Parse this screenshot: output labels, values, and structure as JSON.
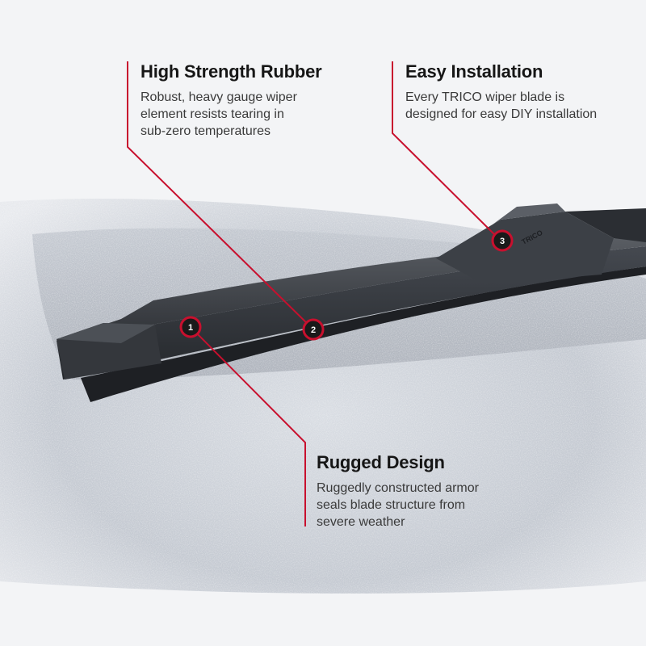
{
  "features": [
    {
      "id": "rubber",
      "title": "High Strength Rubber",
      "lines": [
        "Robust, heavy gauge wiper",
        "element resists tearing in",
        "sub-zero temperatures"
      ]
    },
    {
      "id": "install",
      "title": "Easy Installation",
      "lines": [
        "Every TRICO wiper blade is",
        "designed for easy DIY installation"
      ]
    },
    {
      "id": "design",
      "title": "Rugged Design",
      "lines": [
        "Ruggedly constructed armor",
        "seals blade structure from",
        "severe weather"
      ]
    }
  ],
  "markers": [
    "1",
    "2",
    "3"
  ],
  "brand_mark": "TRICO",
  "colors": {
    "accent": "#c8102e",
    "blade": "#3a3d42",
    "marker_fill": "#1a1a1a",
    "background": "#f3f4f6"
  }
}
